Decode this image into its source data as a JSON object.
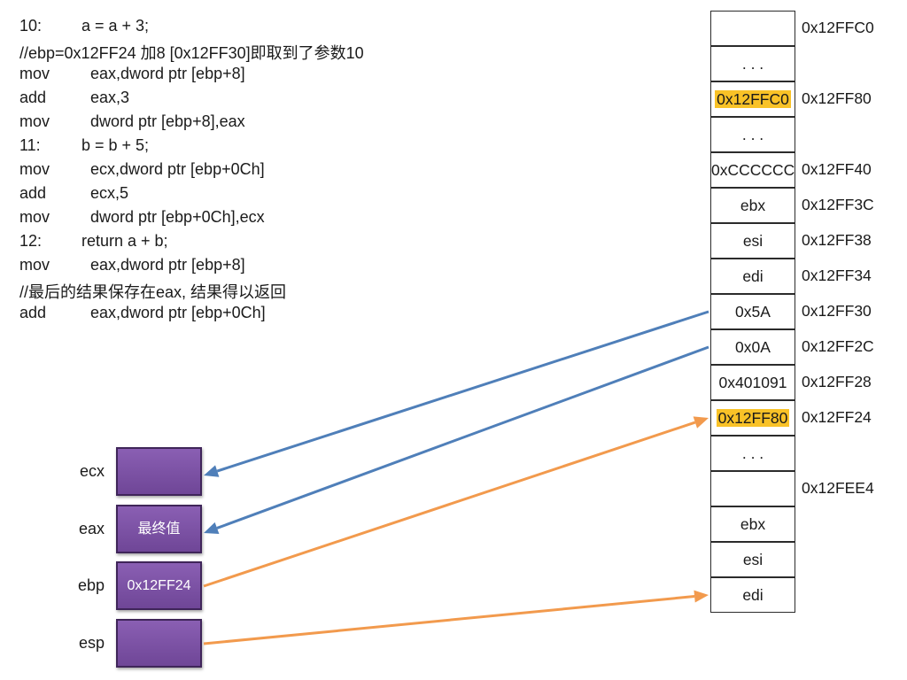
{
  "code_lines": [
    {
      "label": "10:",
      "text": "a = a + 3;"
    },
    {
      "full": "//ebp=0x12FF24 加8 [0x12FF30]即取到了参数10"
    },
    {
      "label": "mov",
      "text": "eax,dword ptr [ebp+8]"
    },
    {
      "label": "add",
      "text": "eax,3"
    },
    {
      "label": "mov",
      "text": "dword ptr [ebp+8],eax"
    },
    {
      "label": "11:",
      "text": "b = b + 5;"
    },
    {
      "label": "mov",
      "text": "ecx,dword ptr [ebp+0Ch]"
    },
    {
      "label": "add",
      "text": "ecx,5"
    },
    {
      "label": "mov",
      "text": "dword ptr [ebp+0Ch],ecx"
    },
    {
      "label": "12:",
      "text": "return a + b;"
    },
    {
      "label": "mov",
      "text": "eax,dword ptr [ebp+8]"
    },
    {
      "full": "//最后的结果保存在eax, 结果得以返回"
    },
    {
      "label": "add",
      "text": "eax,dword ptr [ebp+0Ch]"
    }
  ],
  "stack_cells": [
    {
      "value": "",
      "address": "0x12FFC0",
      "highlight": false
    },
    {
      "value": ". . .",
      "address": "",
      "highlight": false
    },
    {
      "value": "0x12FFC0",
      "address": "0x12FF80",
      "highlight": true
    },
    {
      "value": ". . .",
      "address": "",
      "highlight": false
    },
    {
      "value": "0xCCCCCC",
      "address": "0x12FF40",
      "highlight": false
    },
    {
      "value": "ebx",
      "address": "0x12FF3C",
      "highlight": false
    },
    {
      "value": "esi",
      "address": "0x12FF38",
      "highlight": false
    },
    {
      "value": "edi",
      "address": "0x12FF34",
      "highlight": false
    },
    {
      "value": "0x5A",
      "address": "0x12FF30",
      "highlight": false
    },
    {
      "value": "0x0A",
      "address": "0x12FF2C",
      "highlight": false
    },
    {
      "value": "0x401091",
      "address": "0x12FF28",
      "highlight": false
    },
    {
      "value": "0x12FF80",
      "address": "0x12FF24",
      "highlight": true
    },
    {
      "value": ". . .",
      "address": "",
      "highlight": false
    },
    {
      "value": "",
      "address": "0x12FEE4",
      "highlight": false
    },
    {
      "value": "ebx",
      "address": "",
      "highlight": false
    },
    {
      "value": "esi",
      "address": "",
      "highlight": false
    },
    {
      "value": "edi",
      "address": "",
      "highlight": false
    }
  ],
  "registers": [
    {
      "name": "ecx",
      "value": ""
    },
    {
      "name": "eax",
      "value": "最终值"
    },
    {
      "name": "ebp",
      "value": "0x12FF24"
    },
    {
      "name": "esp",
      "value": ""
    }
  ],
  "arrows": [
    {
      "from_cell": 8,
      "to_register": 0,
      "color": "#4f7fb9"
    },
    {
      "from_cell": 9,
      "to_register": 1,
      "color": "#4f7fb9"
    },
    {
      "from_register": 2,
      "to_cell": 11,
      "color": "#f29a4d"
    },
    {
      "from_register": 3,
      "to_cell": 16,
      "color": "#f29a4d"
    }
  ],
  "colors": {
    "highlight": "#f9c227",
    "register_fill": "#7b51a3",
    "blue_arrow": "#4f7fb9",
    "orange_arrow": "#f29a4d"
  }
}
